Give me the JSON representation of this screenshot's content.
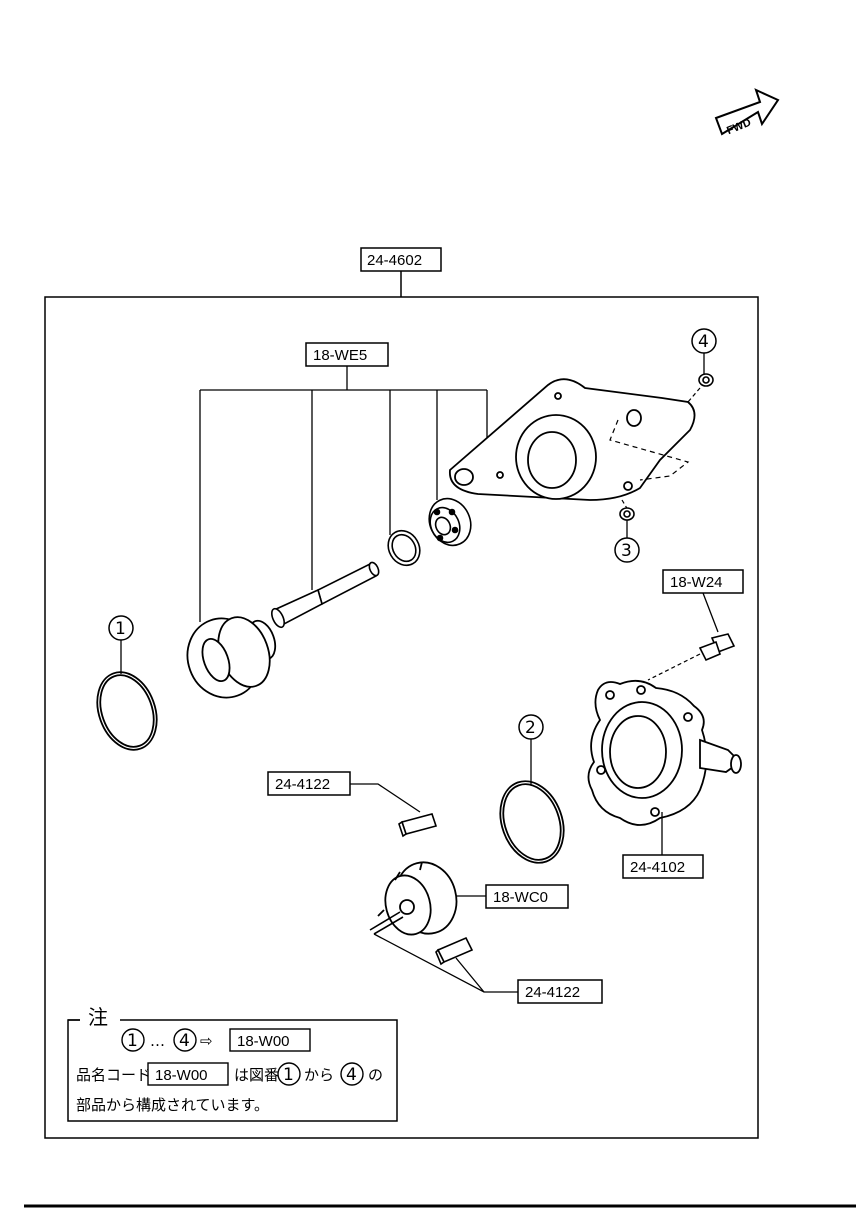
{
  "fwd_label": "FWD",
  "assembly_label": "24-4602",
  "callouts": {
    "bearing_shaft": "18-WE5",
    "bolt": "18-W24",
    "cover": "24-4102",
    "key_upper": "24-4122",
    "rotor": "18-WC0",
    "key_lower": "24-4122"
  },
  "circled_refs": {
    "one": "1",
    "two": "2",
    "three": "3",
    "four": "4"
  },
  "note": {
    "header": "注",
    "line1_start": "1",
    "line1_ellipsis": "…",
    "line1_end": "4",
    "line1_arrow": "⇨",
    "line1_code": "18-W00",
    "line2_prefix": "品名コード",
    "line2_code": "18-W00",
    "line2_middle": "は図番",
    "line2_from": "1",
    "line2_kara": "から",
    "line2_to": "4",
    "line2_suffix": "の",
    "line3": "部品から構成されています。"
  }
}
